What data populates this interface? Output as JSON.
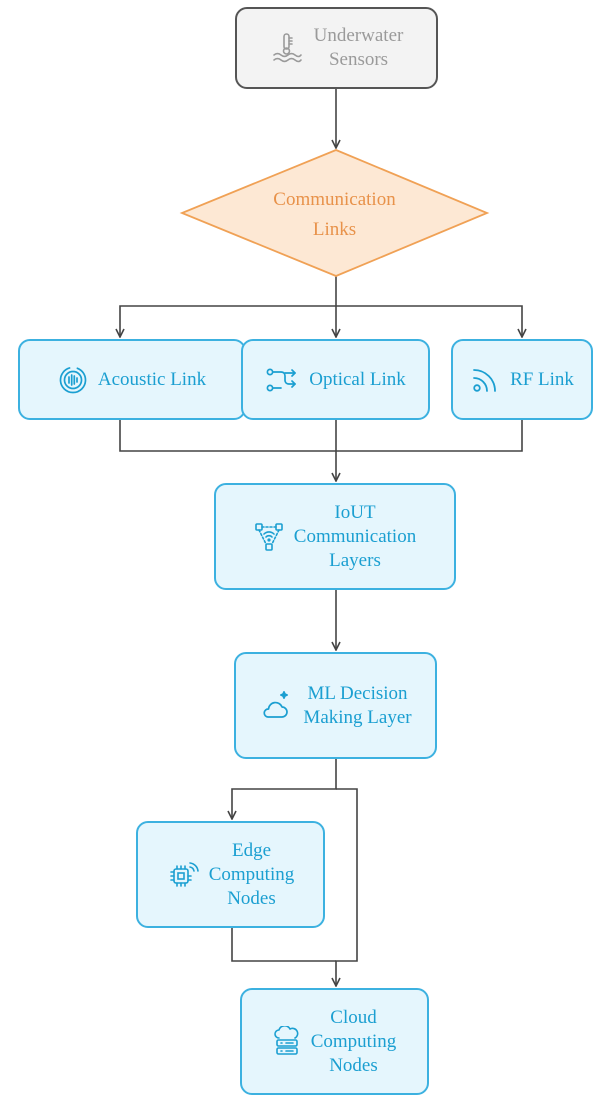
{
  "diagram": {
    "nodes": {
      "sensors": "Underwater\nSensors",
      "links_decision": "Communication\nLinks",
      "acoustic": "Acoustic Link",
      "optical": "Optical Link",
      "rf": "RF Link",
      "iout": "IoUT\nCommunication\nLayers",
      "ml": "ML Decision\nMaking Layer",
      "edge": "Edge\nComputing\nNodes",
      "cloud": "Cloud\nComputing\nNodes"
    },
    "icons": {
      "sensors": "water-thermometer-icon",
      "acoustic": "sound-wave-circle-icon",
      "optical": "optical-routing-icon",
      "rf": "rf-signal-icon",
      "iout": "iot-network-icon",
      "ml": "cloud-sparkle-icon",
      "edge": "cpu-chip-wireless-icon",
      "cloud": "cloud-server-icon"
    },
    "colors": {
      "blue_fill": "#e5f6fd",
      "blue_stroke": "#3cb1e0",
      "blue_text": "#1b9fd1",
      "orange_fill": "#fde8d4",
      "orange_stroke": "#f0a155",
      "orange_text": "#e8924a",
      "gray_fill": "#f3f3f3",
      "gray_text": "#9a9a9a",
      "edge_color": "#444444"
    }
  }
}
